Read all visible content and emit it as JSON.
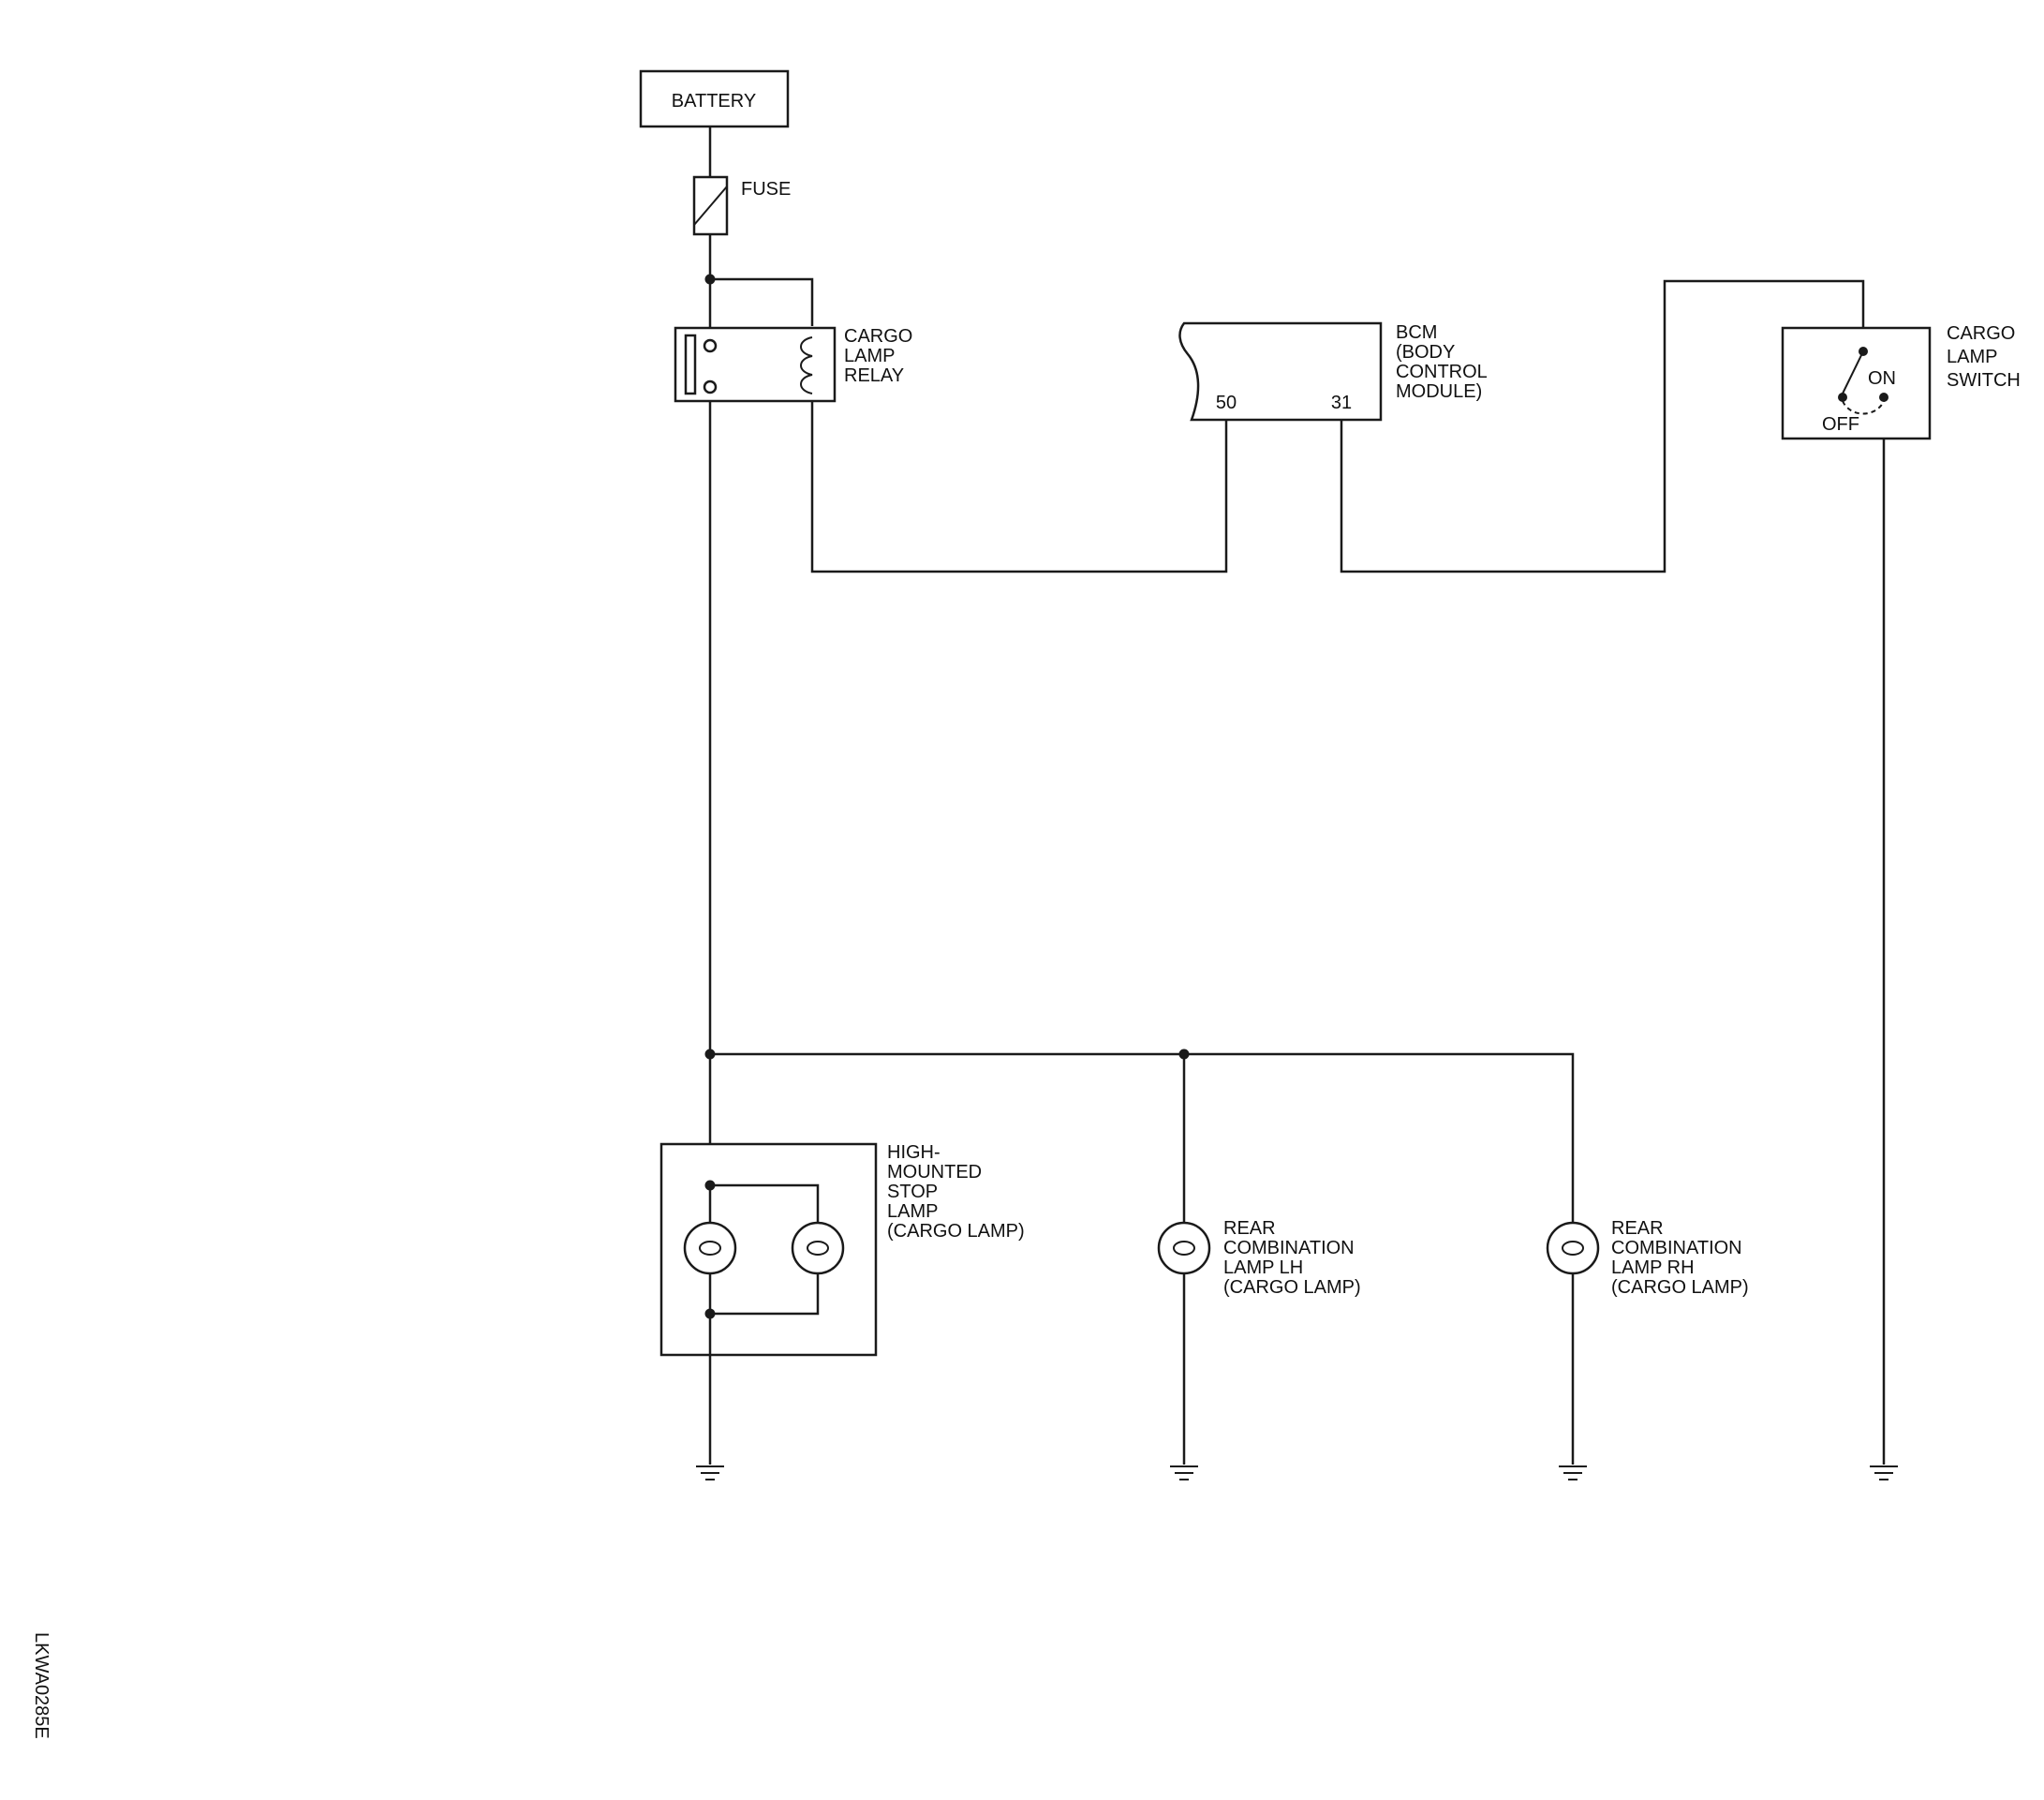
{
  "battery": {
    "label": "BATTERY"
  },
  "fuse": {
    "label": "FUSE"
  },
  "relay": {
    "lines": [
      "CARGO",
      "LAMP",
      "RELAY"
    ]
  },
  "bcm": {
    "lines": [
      "BCM",
      "(BODY",
      "CONTROL",
      "MODULE)"
    ],
    "pin_a": "50",
    "pin_b": "31"
  },
  "cargo_switch": {
    "lines": [
      "CARGO",
      "LAMP",
      "SWITCH"
    ],
    "on": "ON",
    "off": "OFF"
  },
  "hmsl": {
    "lines": [
      "HIGH-",
      "MOUNTED",
      "STOP",
      "LAMP",
      "(CARGO LAMP)"
    ]
  },
  "rear_lh": {
    "lines": [
      "REAR",
      "COMBINATION",
      "LAMP LH",
      "(CARGO LAMP)"
    ]
  },
  "rear_rh": {
    "lines": [
      "REAR",
      "COMBINATION",
      "LAMP RH",
      "(CARGO LAMP)"
    ]
  },
  "drawing_code": "LKWA0285E"
}
